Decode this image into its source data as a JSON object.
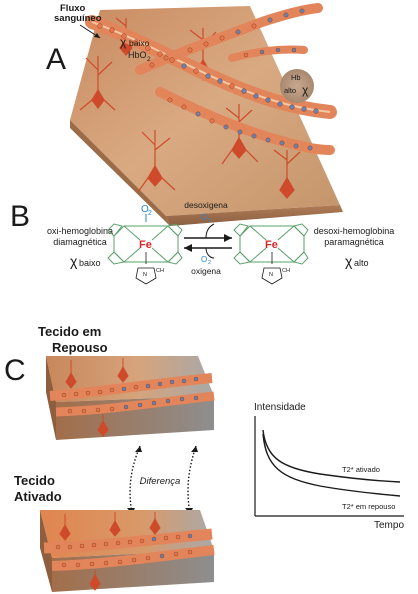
{
  "panel_a": {
    "letter": "A",
    "flow_label_line1": "Fluxo",
    "flow_label_line2": "sanguíneo",
    "chi_symbol": "χ",
    "low_chi_sub": "baixo",
    "hbo2_label": "HbO",
    "hbo2_sub": "2",
    "hb_label": "Hb",
    "hb_high_label": "alto",
    "colors": {
      "tissue_top": "#d7a37a",
      "tissue_side": "#9a6a48",
      "vessel": "#e2855a",
      "rbc_oxy": "#e8744a",
      "rbc_deoxy": "#6f7fa8",
      "neuron": "#cf4a2a"
    }
  },
  "panel_b": {
    "letter": "B",
    "left_name_line1": "oxi-hemoglobina",
    "left_name_line2": "diamagnética",
    "left_chi": "χ",
    "left_chi_sub": "baixo",
    "right_name_line1": "desoxi-hemoglobina",
    "right_name_line2": "paramagnética",
    "right_chi": "χ",
    "right_chi_sub": "alto",
    "top_arrow_label": "desoxigena",
    "bottom_arrow_label": "oxigena",
    "o2_main": "O",
    "o2_sub": "2",
    "fe_label": "Fe",
    "n_label": "N",
    "ch3_label": "CH",
    "ch3_sub": "3",
    "colors": {
      "porphyrin": "#5aa06a",
      "iron": "#d2282a",
      "oxygen": "#2a84c8"
    }
  },
  "panel_c": {
    "letter": "C",
    "rest_line1": "Tecido em",
    "rest_line2": "Repouso",
    "active_line1": "Tecido",
    "active_line2": "Ativado",
    "difference_label": "Diferença",
    "plot": {
      "ylabel": "Intensidade",
      "xlabel": "Tempo",
      "curve_active_label": "T2* ativado",
      "curve_rest_label": "T2* em repouso",
      "curve_rest_sub": "*"
    }
  }
}
